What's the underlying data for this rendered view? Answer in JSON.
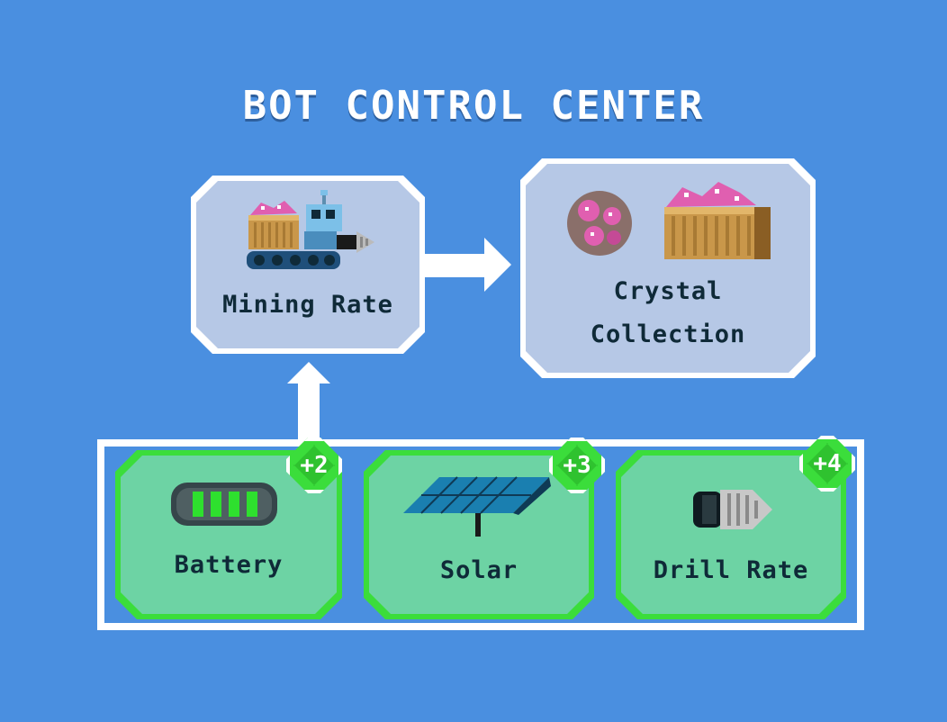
{
  "title": "BOT CONTROL CENTER",
  "nodes": {
    "mining": {
      "label": "Mining Rate",
      "icon": "mining-bot-icon"
    },
    "crystal": {
      "label_line1": "Crystal",
      "label_line2": "Collection",
      "icons": [
        "crystal-ore-icon",
        "crystal-crate-icon"
      ]
    }
  },
  "upgrades": [
    {
      "label": "Battery",
      "bonus": "+2",
      "icon": "battery-icon"
    },
    {
      "label": "Solar",
      "bonus": "+3",
      "icon": "solar-panel-icon"
    },
    {
      "label": "Drill Rate",
      "bonus": "+4",
      "icon": "drill-icon"
    }
  ],
  "colors": {
    "background": "#4a8fe0",
    "node_fill": "#b6c8e6",
    "upgrade_fill": "#6dd3a4",
    "upgrade_border": "#3bdd3b",
    "text": "#0f2a38"
  }
}
